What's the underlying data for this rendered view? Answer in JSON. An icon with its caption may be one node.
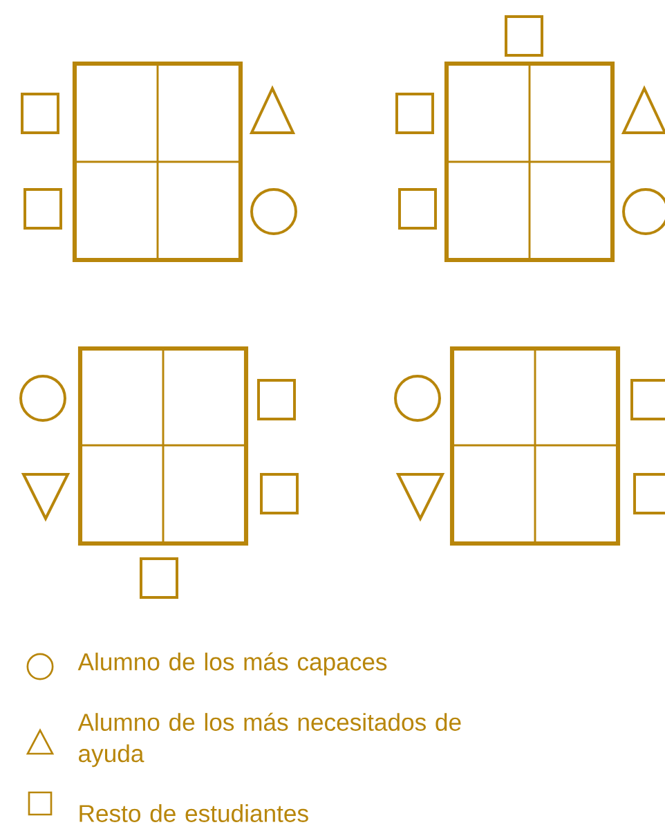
{
  "diagram": {
    "legend": [
      {
        "text": "Alumno de los más capaces"
      },
      {
        "text": "Alumno de los más necesitados de ayuda"
      },
      {
        "text": "Resto de estudiantes"
      }
    ]
  }
}
